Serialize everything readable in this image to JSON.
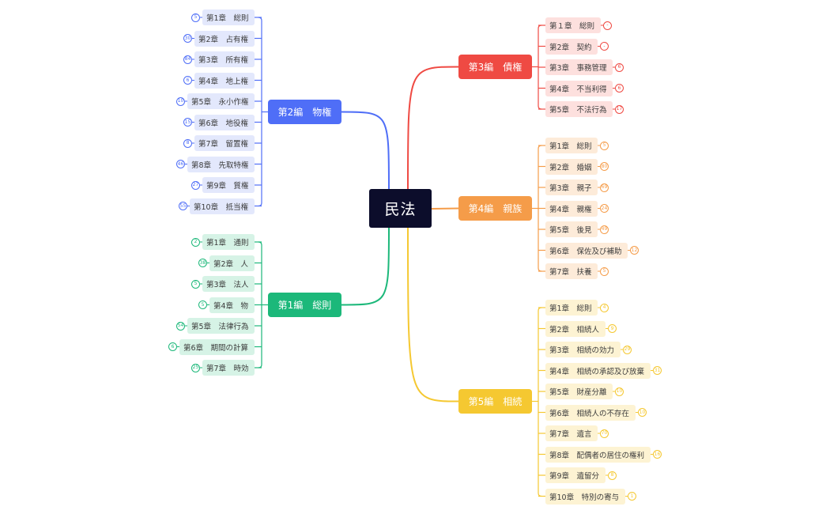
{
  "root": {
    "label": "民法"
  },
  "branches": [
    {
      "key": "b2",
      "label": "第2編　物権",
      "side": "left",
      "color": "#4f6ef7",
      "leaf_bg": "#e3e8fc",
      "leaves": [
        {
          "label": "第1章　総則",
          "count": "5"
        },
        {
          "label": "第2章　占有権",
          "count": "30"
        },
        {
          "label": "第3章　所有権",
          "count": "84"
        },
        {
          "label": "第4章　地上権",
          "count": "6"
        },
        {
          "label": "第5章　永小作権",
          "count": "10"
        },
        {
          "label": "第6章　地役権",
          "count": "15"
        },
        {
          "label": "第7章　留置権",
          "count": "8"
        },
        {
          "label": "第8章　先取特権",
          "count": "46"
        },
        {
          "label": "第9章　質権",
          "count": "27"
        },
        {
          "label": "第10章　抵当権",
          "count": "55"
        }
      ]
    },
    {
      "key": "b1",
      "label": "第1編　総則",
      "side": "left",
      "color": "#1cb87a",
      "leaf_bg": "#d6f3e6",
      "leaves": [
        {
          "label": "第1章　通則",
          "count": "2"
        },
        {
          "label": "第2章　人",
          "count": "38"
        },
        {
          "label": "第3章　法人",
          "count": "5"
        },
        {
          "label": "第4章　物",
          "count": "5"
        },
        {
          "label": "第5章　法律行為",
          "count": "54"
        },
        {
          "label": "第6章　期間の計算",
          "count": "6"
        },
        {
          "label": "第7章　時効",
          "count": "25"
        }
      ]
    },
    {
      "key": "b3",
      "label": "第3編　債権",
      "side": "right",
      "color": "#ef4a43",
      "leaf_bg": "#fde0de",
      "leaves": [
        {
          "label": "第１章　総則",
          "count": "-"
        },
        {
          "label": "第2章　契約",
          "count": "-"
        },
        {
          "label": "第3章　事務管理",
          "count": "6"
        },
        {
          "label": "第4章　不当利得",
          "count": "6"
        },
        {
          "label": "第5章　不法行為",
          "count": "17"
        }
      ]
    },
    {
      "key": "b4",
      "label": "第4編　親族",
      "side": "right",
      "color": "#f59c49",
      "leaf_bg": "#fdebd9",
      "leaves": [
        {
          "label": "第1章　総則",
          "count": "5"
        },
        {
          "label": "第2章　婚姻",
          "count": "80"
        },
        {
          "label": "第3章　親子",
          "count": "69"
        },
        {
          "label": "第4章　親権",
          "count": "24"
        },
        {
          "label": "第5章　後見",
          "count": "49"
        },
        {
          "label": "第6章　保佐及び補助",
          "count": "12"
        },
        {
          "label": "第7章　扶養",
          "count": "5"
        }
      ]
    },
    {
      "key": "b5",
      "label": "第5編　相続",
      "side": "right",
      "color": "#f5c831",
      "leaf_bg": "#fdf3d3",
      "leaves": [
        {
          "label": "第1章　総則",
          "count": "4"
        },
        {
          "label": "第2章　相続人",
          "count": "9"
        },
        {
          "label": "第3章　相続の効力",
          "count": "29"
        },
        {
          "label": "第4章　相続の承認及び放棄",
          "count": "31"
        },
        {
          "label": "第5章　財産分離",
          "count": "10"
        },
        {
          "label": "第6章　相続人の不存在",
          "count": "10"
        },
        {
          "label": "第7章　遺言",
          "count": "70"
        },
        {
          "label": "第8章　配偶者の居住の権利",
          "count": "16"
        },
        {
          "label": "第9章　遺留分",
          "count": "8"
        },
        {
          "label": "第10章　特別の寄与",
          "count": "1"
        }
      ]
    }
  ]
}
